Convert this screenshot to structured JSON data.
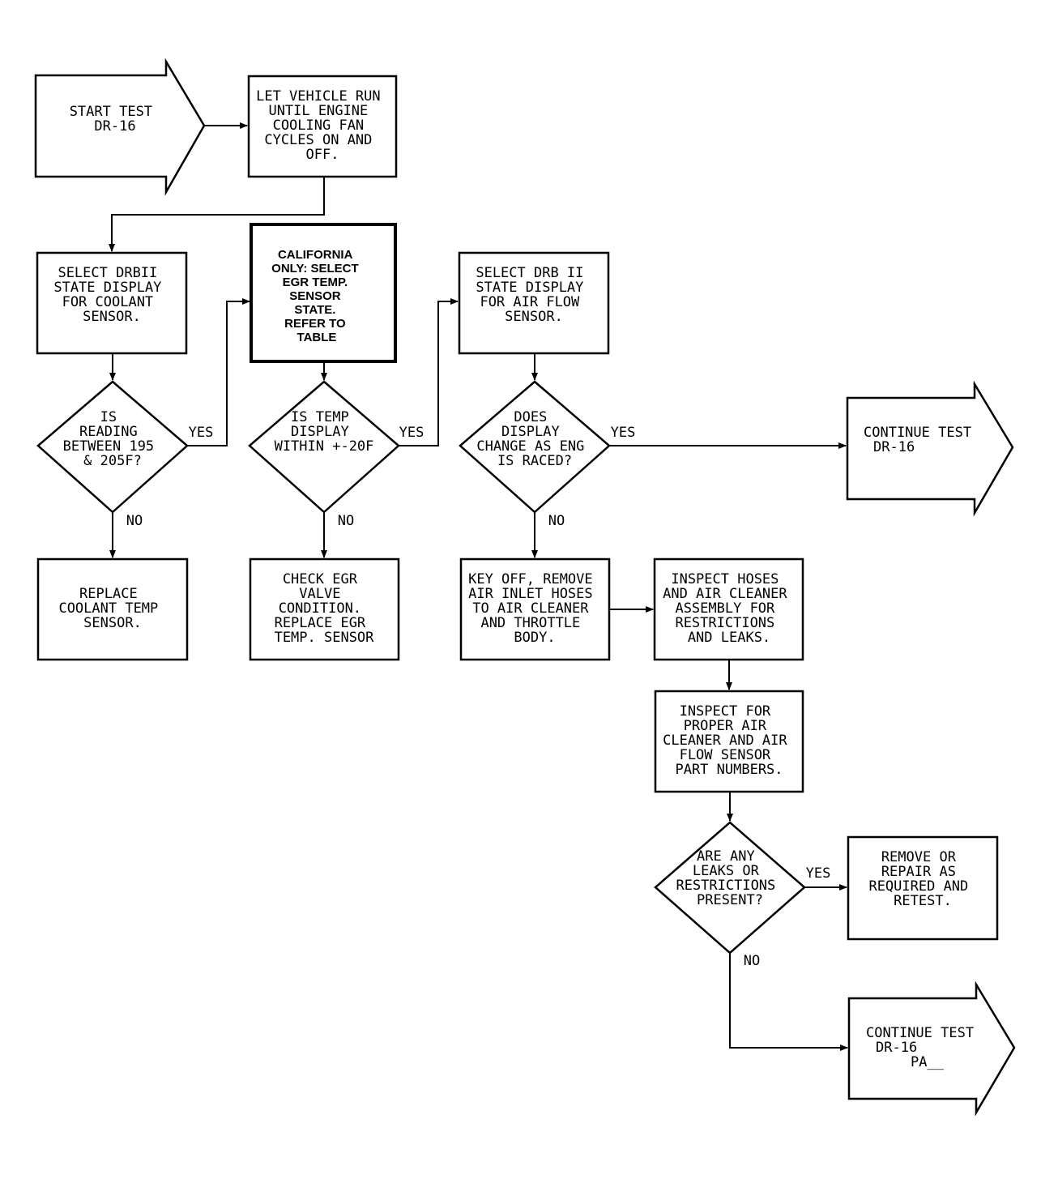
{
  "nodes": {
    "start": [
      "START TEST",
      "DR-16"
    ],
    "run": [
      "LET VEHICLE RUN",
      "UNTIL ENGINE",
      "COOLING FAN",
      "CYCLES ON AND",
      "OFF."
    ],
    "select_coolant": [
      "SELECT DRBII",
      "STATE DISPLAY",
      "FOR COOLANT",
      "SENSOR."
    ],
    "california": [
      "CALIFORNIA",
      "ONLY: SELECT",
      "EGR TEMP.",
      "SENSOR",
      "STATE.",
      "REFER TO",
      "TABLE"
    ],
    "select_airflow": [
      "SELECT DRB II",
      "STATE DISPLAY",
      "FOR AIR FLOW",
      "SENSOR."
    ],
    "is_reading": [
      "IS",
      "READING",
      "BETWEEN 195",
      "& 205F?"
    ],
    "is_temp": [
      "IS TEMP",
      "DISPLAY",
      "WITHIN +-20F"
    ],
    "does_display": [
      "DOES",
      "DISPLAY",
      "CHANGE AS ENG",
      "IS RACED?"
    ],
    "continue_1": [
      "CONTINUE TEST",
      "DR-16"
    ],
    "replace_coolant": [
      "REPLACE",
      "COOLANT TEMP",
      "SENSOR."
    ],
    "check_egr": [
      "CHECK EGR",
      "VALVE",
      "CONDITION.",
      "REPLACE EGR",
      "TEMP. SENSOR"
    ],
    "key_off": [
      "KEY OFF, REMOVE",
      "AIR INLET HOSES",
      "TO AIR CLEANER",
      "AND THROTTLE",
      "BODY."
    ],
    "inspect_hoses": [
      "INSPECT HOSES",
      "AND AIR CLEANER",
      "ASSEMBLY FOR",
      "RESTRICTIONS",
      "AND LEAKS."
    ],
    "inspect_parts": [
      "INSPECT FOR",
      "PROPER AIR",
      "CLEANER AND AIR",
      "FLOW SENSOR",
      "PART NUMBERS."
    ],
    "are_leaks": [
      "ARE ANY",
      "LEAKS OR",
      "RESTRICTIONS",
      "PRESENT?"
    ],
    "remove_repair": [
      "REMOVE OR",
      "REPAIR AS",
      "REQUIRED AND",
      "RETEST."
    ],
    "continue_2": [
      "CONTINUE TEST",
      "DR-16",
      "PA__"
    ]
  },
  "edge_labels": {
    "yes": "YES",
    "no": "NO"
  }
}
